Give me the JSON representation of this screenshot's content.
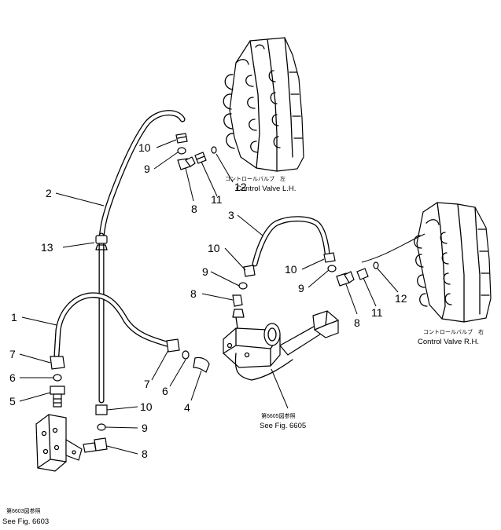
{
  "callouts": [
    {
      "id": "c1",
      "text": "1"
    },
    {
      "id": "c2",
      "text": "2"
    },
    {
      "id": "c3",
      "text": "3"
    },
    {
      "id": "c4",
      "text": "4"
    },
    {
      "id": "c5",
      "text": "5"
    },
    {
      "id": "c6a",
      "text": "6"
    },
    {
      "id": "c6b",
      "text": "6"
    },
    {
      "id": "c7a",
      "text": "7"
    },
    {
      "id": "c7b",
      "text": "7"
    },
    {
      "id": "c8a",
      "text": "8"
    },
    {
      "id": "c8b",
      "text": "8"
    },
    {
      "id": "c8c",
      "text": "8"
    },
    {
      "id": "c8d",
      "text": "8"
    },
    {
      "id": "c9a",
      "text": "9"
    },
    {
      "id": "c9b",
      "text": "9"
    },
    {
      "id": "c9c",
      "text": "9"
    },
    {
      "id": "c9d",
      "text": "9"
    },
    {
      "id": "c10a",
      "text": "10"
    },
    {
      "id": "c10b",
      "text": "10"
    },
    {
      "id": "c10c",
      "text": "10"
    },
    {
      "id": "c10d",
      "text": "10"
    },
    {
      "id": "c11a",
      "text": "11"
    },
    {
      "id": "c11b",
      "text": "11"
    },
    {
      "id": "c12a",
      "text": "12"
    },
    {
      "id": "c12b",
      "text": "12"
    },
    {
      "id": "c13",
      "text": "13"
    }
  ],
  "labels": {
    "valve_lh_jp": "コントロールバルブ　左",
    "valve_lh_en": "Control  Valve  L.H.",
    "valve_rh_jp": "コントロールバルブ　右",
    "valve_rh_en": "Control  Valve  R.H.",
    "fig6605_jp": "第6605図参照",
    "fig6605_en": "See Fig. 6605",
    "fig6603_jp": "第6603図参照",
    "fig6603_en": "See Fig. 6603"
  }
}
